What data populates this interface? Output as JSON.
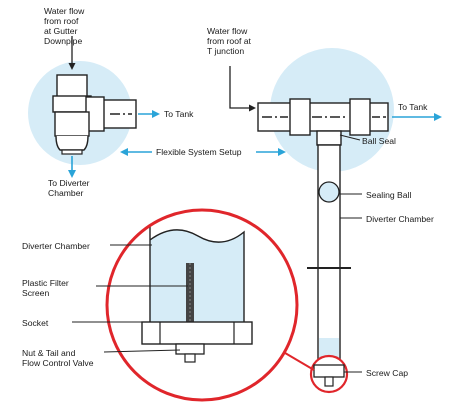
{
  "labels": {
    "water_flow_gutter": "Water flow\nfrom roof\nat Gutter\nDownpipe",
    "water_flow_t_junction": "Water flow\nfrom roof at\nT junction",
    "to_tank_left": "To Tank",
    "to_tank_right": "To Tank",
    "ball_seal": "Ball Seal",
    "flexible_setup": "Flexible System Setup",
    "to_diverter_chamber": "To Diverter\nChamber",
    "sealing_ball": "Sealing Ball",
    "diverter_chamber_right": "Diverter Chamber",
    "diverter_chamber_detail": "Diverter Chamber",
    "plastic_filter_screen": "Plastic Filter\nScreen",
    "socket": "Socket",
    "nut_tail_valve": "Nut & Tail and\nFlow Control Valve",
    "screw_cap": "Screw Cap"
  },
  "colors": {
    "highlight_circle": "#d6ecf7",
    "pipe_fill": "#ffffff",
    "water_fill": "#d6ecf7",
    "outline": "#222222",
    "arrow_blue": "#2aa4d8",
    "detail_ring": "#e0262b"
  }
}
